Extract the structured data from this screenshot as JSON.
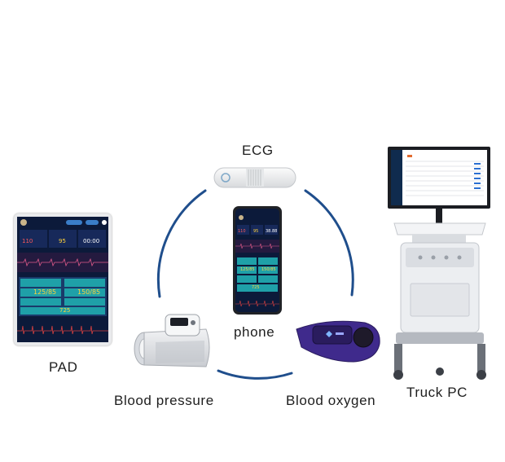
{
  "labels": {
    "ecg": "ECG",
    "pad": "PAD",
    "phone": "phone",
    "blood_pressure": "Blood pressure",
    "blood_oxygen": "Blood oxygen",
    "truck_pc": "Truck PC"
  },
  "devices": {
    "pad": {
      "readings": {
        "r1": "110",
        "r2": "95",
        "r3": "00:00"
      },
      "bp1": "125/85",
      "bp2": "150/85",
      "footer": "725"
    },
    "phone": {
      "readings": {
        "r1": "110",
        "r2": "95",
        "r3": "38.88"
      },
      "bp1": "125/85",
      "bp2": "150/85",
      "footer": "725"
    }
  },
  "colors": {
    "ring": "#1f4e8c",
    "screen_bg": "#0c1a3a",
    "teal_panel": "#1fa0a8",
    "pulse_red": "#d84040",
    "reading_yellow": "#ffd23a",
    "oximeter_purple": "#3f2a8c"
  }
}
